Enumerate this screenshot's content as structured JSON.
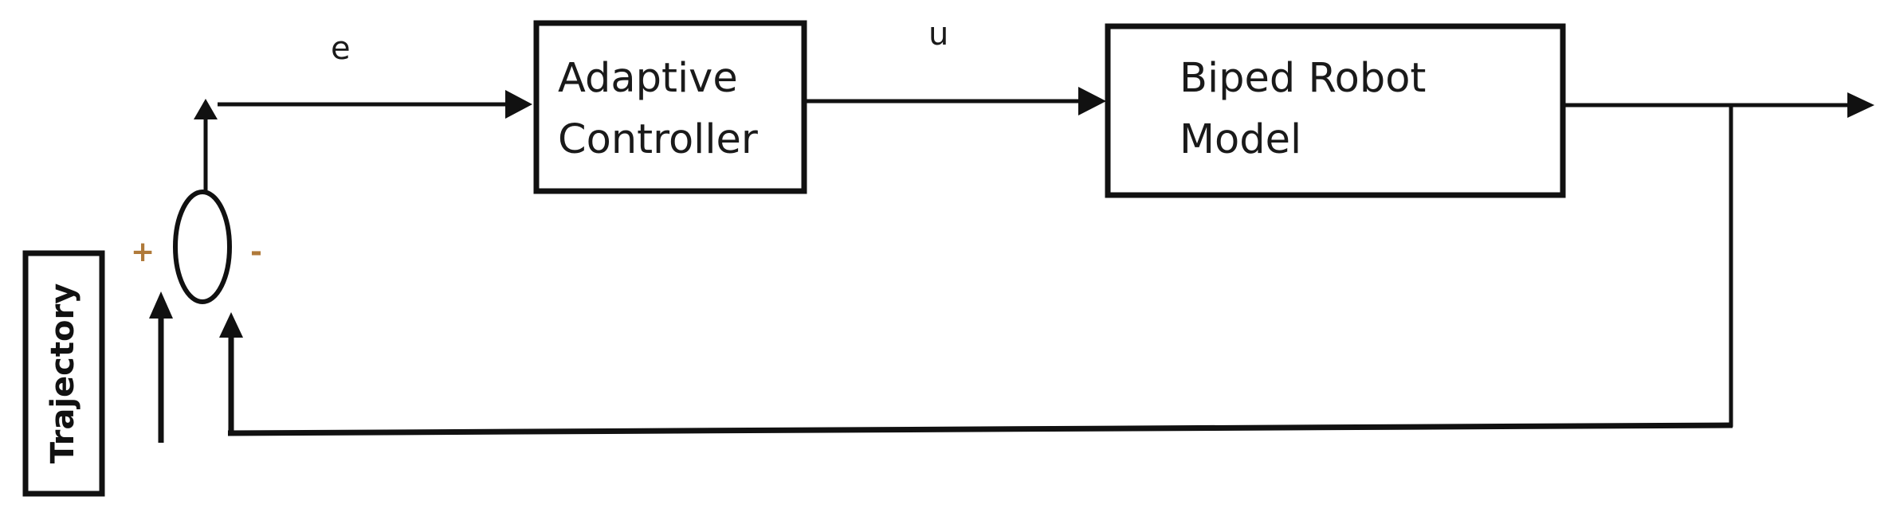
{
  "blocks": {
    "controller": {
      "line1": "Adaptive",
      "line2": "Controller"
    },
    "plant": {
      "line1": "Biped Robot",
      "line2": "Model"
    },
    "trajectory": {
      "label": "Trajectory"
    }
  },
  "signals": {
    "error": "e",
    "control": "u"
  },
  "summing_junction": {
    "plus": "+",
    "minus": "-"
  }
}
